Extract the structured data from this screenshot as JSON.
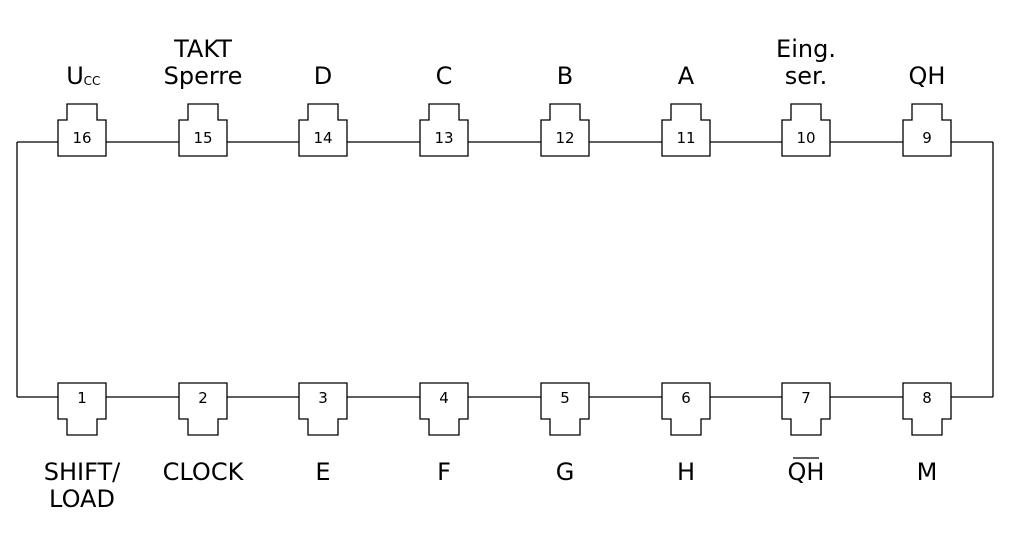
{
  "colors": {
    "line": "#000000",
    "text": "#000000",
    "background": "#ffffff"
  },
  "top_pins": [
    {
      "number": "16",
      "label_lines": [
        "U"
      ],
      "label_subscript": "CC"
    },
    {
      "number": "15",
      "label_lines": [
        "TAKT",
        "Sperre"
      ]
    },
    {
      "number": "14",
      "label_lines": [
        "D"
      ]
    },
    {
      "number": "13",
      "label_lines": [
        "C"
      ]
    },
    {
      "number": "12",
      "label_lines": [
        "B"
      ]
    },
    {
      "number": "11",
      "label_lines": [
        "A"
      ]
    },
    {
      "number": "10",
      "label_lines": [
        "Eing.",
        "ser."
      ]
    },
    {
      "number": "9",
      "label_lines": [
        "QH"
      ]
    }
  ],
  "bottom_pins": [
    {
      "number": "1",
      "label_lines": [
        "SHIFT/",
        "LOAD"
      ]
    },
    {
      "number": "2",
      "label_lines": [
        "CLOCK"
      ]
    },
    {
      "number": "3",
      "label_lines": [
        "E"
      ]
    },
    {
      "number": "4",
      "label_lines": [
        "F"
      ]
    },
    {
      "number": "5",
      "label_lines": [
        "G"
      ]
    },
    {
      "number": "6",
      "label_lines": [
        "H"
      ]
    },
    {
      "number": "7",
      "label_lines": [
        "QH"
      ],
      "overline": true
    },
    {
      "number": "8",
      "label_lines": [
        "M"
      ]
    }
  ]
}
